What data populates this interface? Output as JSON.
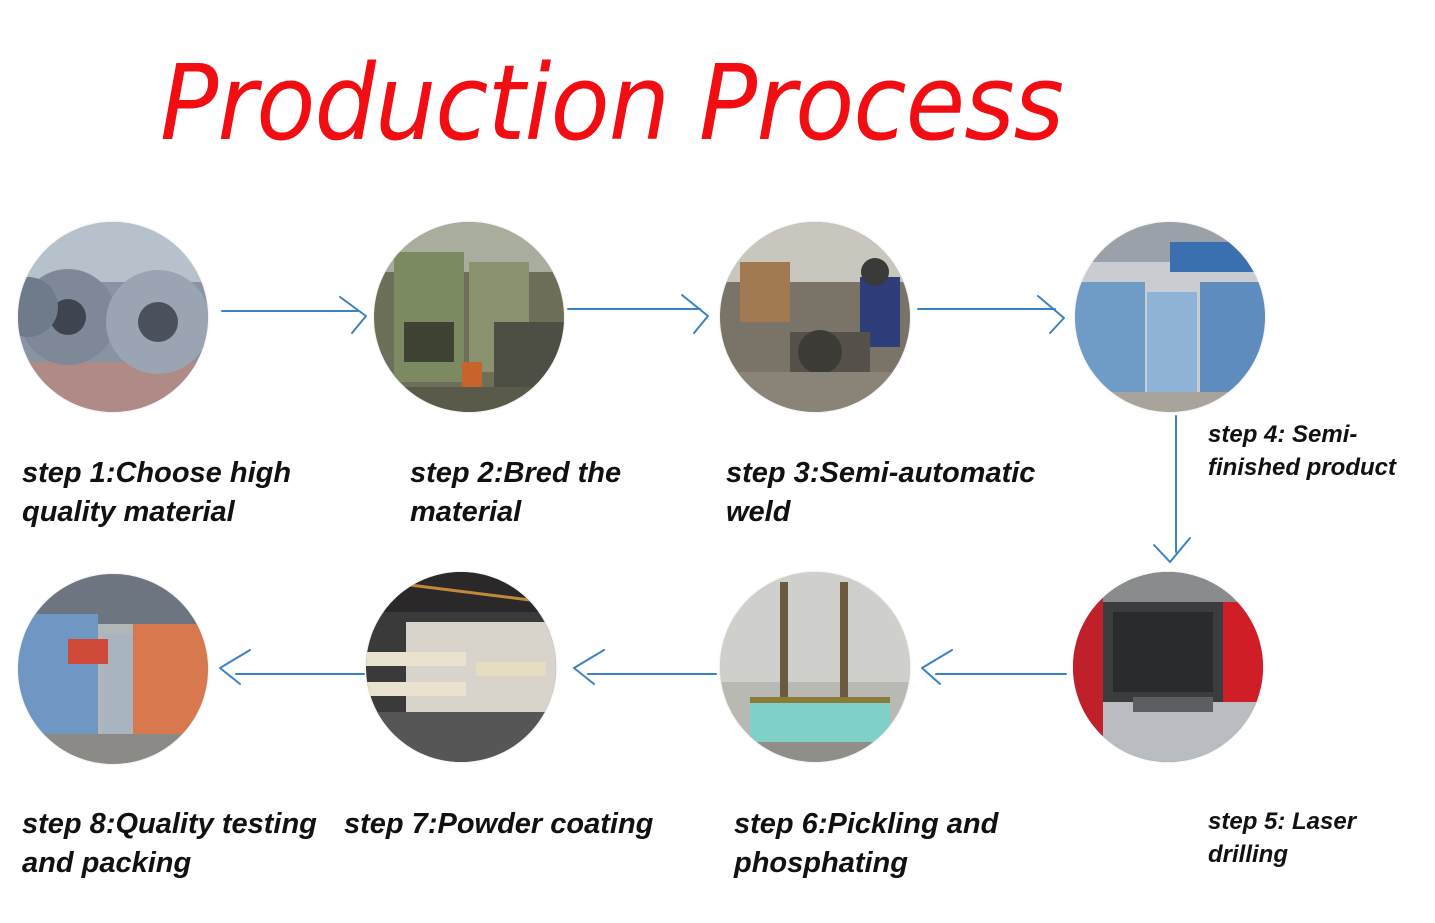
{
  "title": "Production Process",
  "steps": [
    {
      "label": "step 1:Choose high quality material",
      "image": "steel-coils-photo"
    },
    {
      "label": "step 2:Bred the material",
      "image": "press-machine-photo"
    },
    {
      "label": "step 3:Semi-automatic weld",
      "image": "welding-robot-photo"
    },
    {
      "label": "step 4: Semi-finished product",
      "image": "stacked-semi-finished-photo"
    },
    {
      "label": "step 5:  Laser drilling",
      "image": "laser-turret-punch-photo"
    },
    {
      "label": "step 6:Pickling and phosphating",
      "image": "pickling-tank-photo"
    },
    {
      "label": "step 7:Powder coating",
      "image": "powder-coating-line-photo"
    },
    {
      "label": "step 8:Quality testing and packing",
      "image": "packed-products-photo"
    }
  ],
  "colors": {
    "title": "#f20d12",
    "arrow": "#3a82c4",
    "text": "#111111"
  }
}
